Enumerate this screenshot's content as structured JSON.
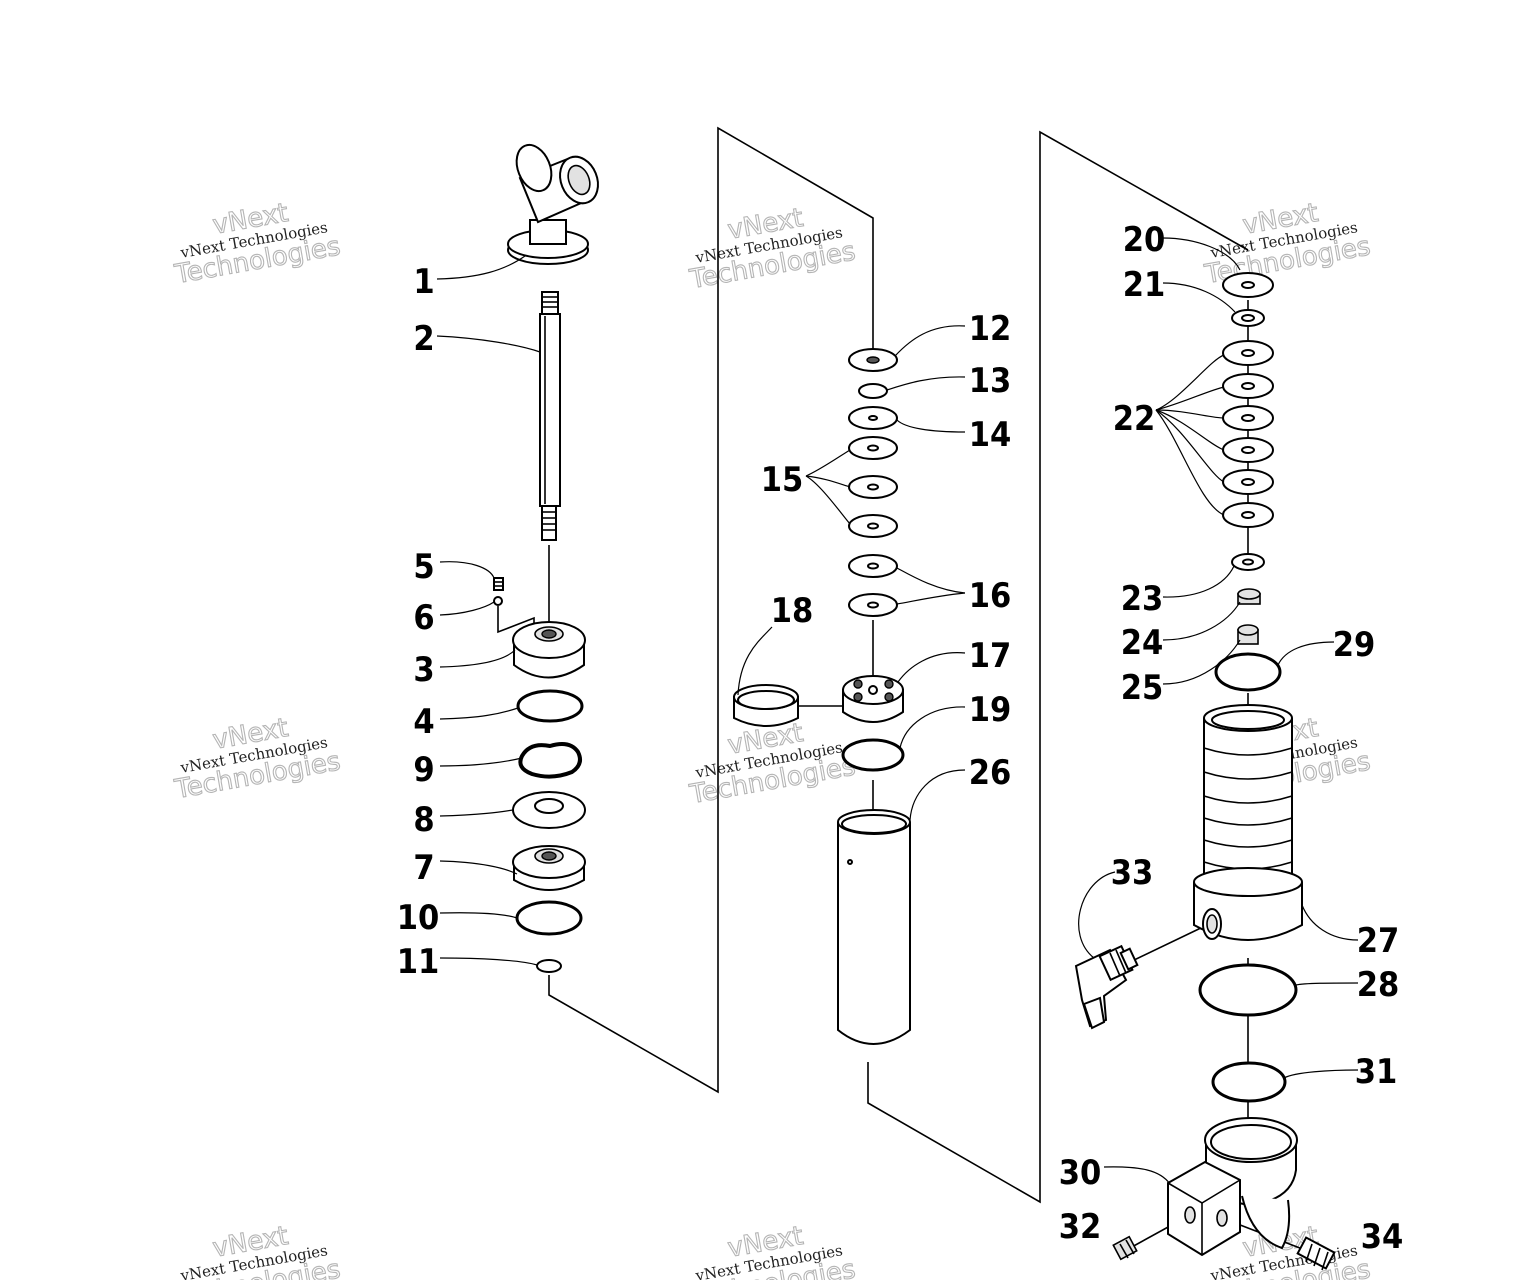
{
  "watermarks": [
    {
      "line1": "vNext",
      "line2": "vNext Technologies",
      "line3": "Technologies"
    },
    {
      "line1": "vNext",
      "line2": "vNext Technologies",
      "line3": "Technologies"
    },
    {
      "line1": "vNext",
      "line2": "vNext Technologies",
      "line3": "Technologies"
    },
    {
      "line1": "vNext",
      "line2": "vNext Technologies",
      "line3": "Technologies"
    },
    {
      "line1": "vNext",
      "line2": "vNext Technologies",
      "line3": "Technologies"
    },
    {
      "line1": "vNext",
      "line2": "vNext Technologies",
      "line3": "Technologies"
    },
    {
      "line1": "vNext",
      "line2": "vNext Technologies",
      "line3": "Technologies"
    },
    {
      "line1": "vNext",
      "line2": "vNext Technologies",
      "line3": "Technologies"
    },
    {
      "line1": "vNext",
      "line2": "vNext Technologies",
      "line3": "Technologies"
    }
  ],
  "callouts": {
    "c1": "1",
    "c2": "2",
    "c3": "3",
    "c4": "4",
    "c5": "5",
    "c6": "6",
    "c7": "7",
    "c8": "8",
    "c9": "9",
    "c10": "10",
    "c11": "11",
    "c12": "12",
    "c13": "13",
    "c14": "14",
    "c15": "15",
    "c16": "16",
    "c17": "17",
    "c18": "18",
    "c19": "19",
    "c20": "20",
    "c21": "21",
    "c22": "22",
    "c23": "23",
    "c24": "24",
    "c25": "25",
    "c26": "26",
    "c27": "27",
    "c28": "28",
    "c29": "29",
    "c30": "30",
    "c31": "31",
    "c32": "32",
    "c33": "33",
    "c34": "34"
  }
}
